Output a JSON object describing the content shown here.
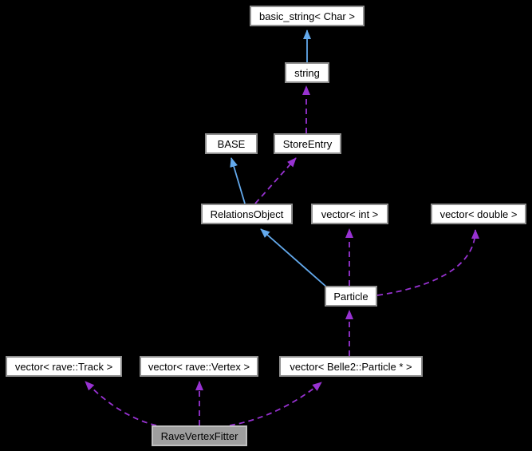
{
  "diagram": {
    "type": "collaboration-graph",
    "background_color": "#000000",
    "colors": {
      "inheritance_arrow": "#63a9ec",
      "usage_arrow": "#9832d2",
      "node_fill": "#ffffff",
      "node_border": "#8f8f8f",
      "node_text": "#000000",
      "highlight_node_fill": "#9e9e9e",
      "highlight_node_border": "#c0c0c0"
    },
    "nodes": [
      {
        "id": "basic-string",
        "label": "basic_string< Char >"
      },
      {
        "id": "string",
        "label": "string"
      },
      {
        "id": "base",
        "label": "BASE"
      },
      {
        "id": "store-entry",
        "label": "StoreEntry"
      },
      {
        "id": "relations-object",
        "label": "RelationsObject"
      },
      {
        "id": "vector-int",
        "label": "vector< int >"
      },
      {
        "id": "vector-double",
        "label": "vector< double >"
      },
      {
        "id": "particle",
        "label": "Particle"
      },
      {
        "id": "vector-rave-track",
        "label": "vector< rave::Track >"
      },
      {
        "id": "vector-rave-vertex",
        "label": "vector< rave::Vertex >"
      },
      {
        "id": "vector-belle2-particle",
        "label": "vector< Belle2::Particle * >"
      },
      {
        "id": "rave-vertex-fitter",
        "label": "RaveVertexFitter",
        "highlighted": true
      }
    ],
    "edges": [
      {
        "from": "string",
        "to": "basic_string< Char >",
        "type": "inheritance"
      },
      {
        "from": "StoreEntry",
        "to": "string",
        "type": "usage"
      },
      {
        "from": "RelationsObject",
        "to": "BASE",
        "type": "inheritance"
      },
      {
        "from": "RelationsObject",
        "to": "StoreEntry",
        "type": "usage"
      },
      {
        "from": "Particle",
        "to": "RelationsObject",
        "type": "inheritance"
      },
      {
        "from": "Particle",
        "to": "vector< int >",
        "type": "usage"
      },
      {
        "from": "Particle",
        "to": "vector< double >",
        "type": "usage"
      },
      {
        "from": "vector< Belle2::Particle * >",
        "to": "Particle",
        "type": "usage"
      },
      {
        "from": "RaveVertexFitter",
        "to": "vector< rave::Track >",
        "type": "usage"
      },
      {
        "from": "RaveVertexFitter",
        "to": "vector< rave::Vertex >",
        "type": "usage"
      },
      {
        "from": "RaveVertexFitter",
        "to": "vector< Belle2::Particle * >",
        "type": "usage"
      }
    ]
  }
}
